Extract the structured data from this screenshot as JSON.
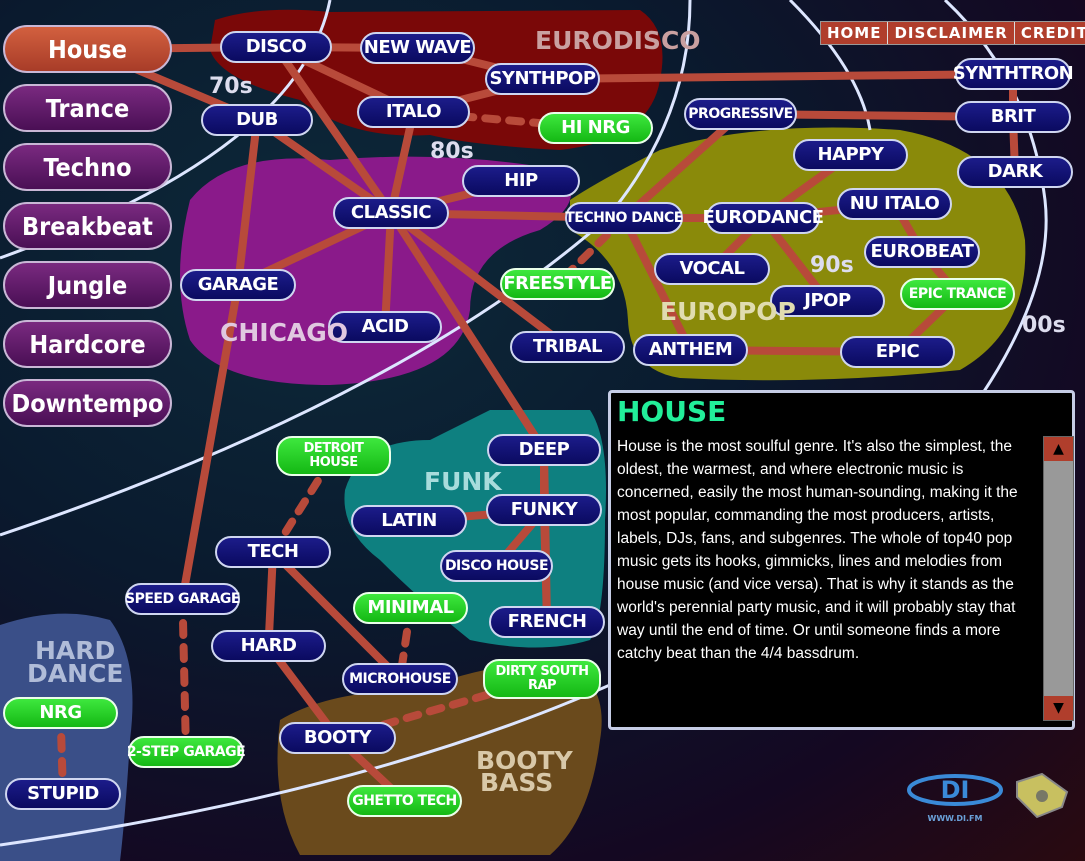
{
  "nav": {
    "home": "HOME",
    "disclaimer": "DISCLAIMER",
    "credits": "CREDITS"
  },
  "menu": [
    "House",
    "Trance",
    "Techno",
    "Breakbeat",
    "Jungle",
    "Hardcore",
    "Downtempo"
  ],
  "selected": "House",
  "regions": {
    "eurodisco": "EURODISCO",
    "chicago": "CHICAGO",
    "europop": "EUROPOP",
    "funk": "FUNK",
    "hard_dance_1": "HARD",
    "hard_dance_2": "DANCE",
    "booty_bass_1": "BOOTY",
    "booty_bass_2": "BASS"
  },
  "eras": {
    "e70": "70s",
    "e80": "80s",
    "e90": "90s",
    "e00": "00s"
  },
  "nodes": {
    "disco": "DISCO",
    "newwave": "NEW WAVE",
    "synthpop": "SYNTHPOP",
    "italo": "ITALO",
    "hinrg": "HI NRG",
    "dub": "DUB",
    "classic": "CLASSIC",
    "hip": "HIP",
    "garage": "GARAGE",
    "acid": "ACID",
    "technodance": "TECHNO DANCE",
    "freestyle": "FREESTYLE",
    "tribal": "TRIBAL",
    "progressive": "PROGRESSIVE",
    "happy": "HAPPY",
    "nuitalo": "NU ITALO",
    "eurodance": "EURODANCE",
    "eurobeat": "EUROBEAT",
    "vocal": "VOCAL",
    "jpop": "JPOP",
    "epictrance": "EPIC TRANCE",
    "anthem": "ANTHEM",
    "epic": "EPIC",
    "synthtron": "SYNTHTRON",
    "brit": "BRIT",
    "dark": "DARK",
    "deep": "DEEP",
    "latin": "LATIN",
    "funky": "FUNKY",
    "discohouse": "DISCO HOUSE",
    "french": "FRENCH",
    "detroit": "DETROIT HOUSE",
    "tech": "TECH",
    "speedgarage": "SPEED GARAGE",
    "minimal": "MINIMAL",
    "hard": "HARD",
    "microhouse": "MICROHOUSE",
    "dirtysouth": "DIRTY SOUTH RAP",
    "booty": "BOOTY",
    "twostep": "2-STEP GARAGE",
    "ghetto": "GHETTO TECH",
    "nrg": "NRG",
    "stupid": "STUPID"
  },
  "info": {
    "title": "HOUSE",
    "text": "House is the most soulful genre. It's also the simplest, the oldest, the warmest, and where electronic music is concerned, easily the most human-sounding, making it the most popular, commanding the most producers, artists, labels, DJs, fans, and subgenres. The whole of top40 pop music gets its hooks, gimmicks, lines and melodies from house music (and vice versa). That is why it stands as the world's perennial party music, and it will probably stay that way until the end of time. Or until someone finds a more catchy beat than the 4/4 bassdrum."
  },
  "logo": {
    "name": "DI",
    "url": "WWW.DI.FM"
  },
  "colors": {
    "link": "#b84a3a",
    "node": "#0a0a60",
    "green": "#22cc22",
    "accent": "#22ee99"
  }
}
